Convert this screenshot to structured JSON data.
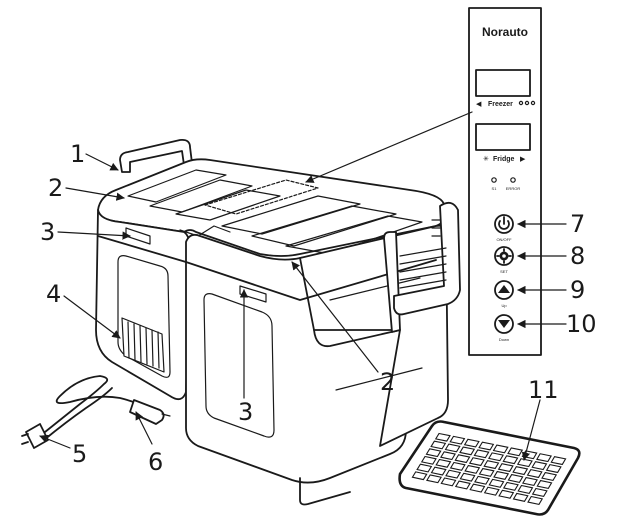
{
  "panel": {
    "brand": "Norauto",
    "freezer_label": "Freezer",
    "fridge_label": "Fridge",
    "indicator_left": "S1",
    "indicator_right": "ERROR",
    "btn_power_label": "ON/OFF",
    "btn_set_label": "SET",
    "btn_up_label": "Up",
    "btn_down_label": "Down"
  },
  "callouts": {
    "c1": "1",
    "c2a": "2",
    "c2b": "2",
    "c3a": "3",
    "c3b": "3",
    "c4": "4",
    "c5": "5",
    "c6": "6",
    "c7": "7",
    "c8": "8",
    "c9": "9",
    "c10": "10",
    "c11": "11"
  },
  "icons": {
    "power": "power-icon",
    "set": "gear-icon",
    "up": "chevron-up-icon",
    "down": "chevron-down-icon"
  }
}
